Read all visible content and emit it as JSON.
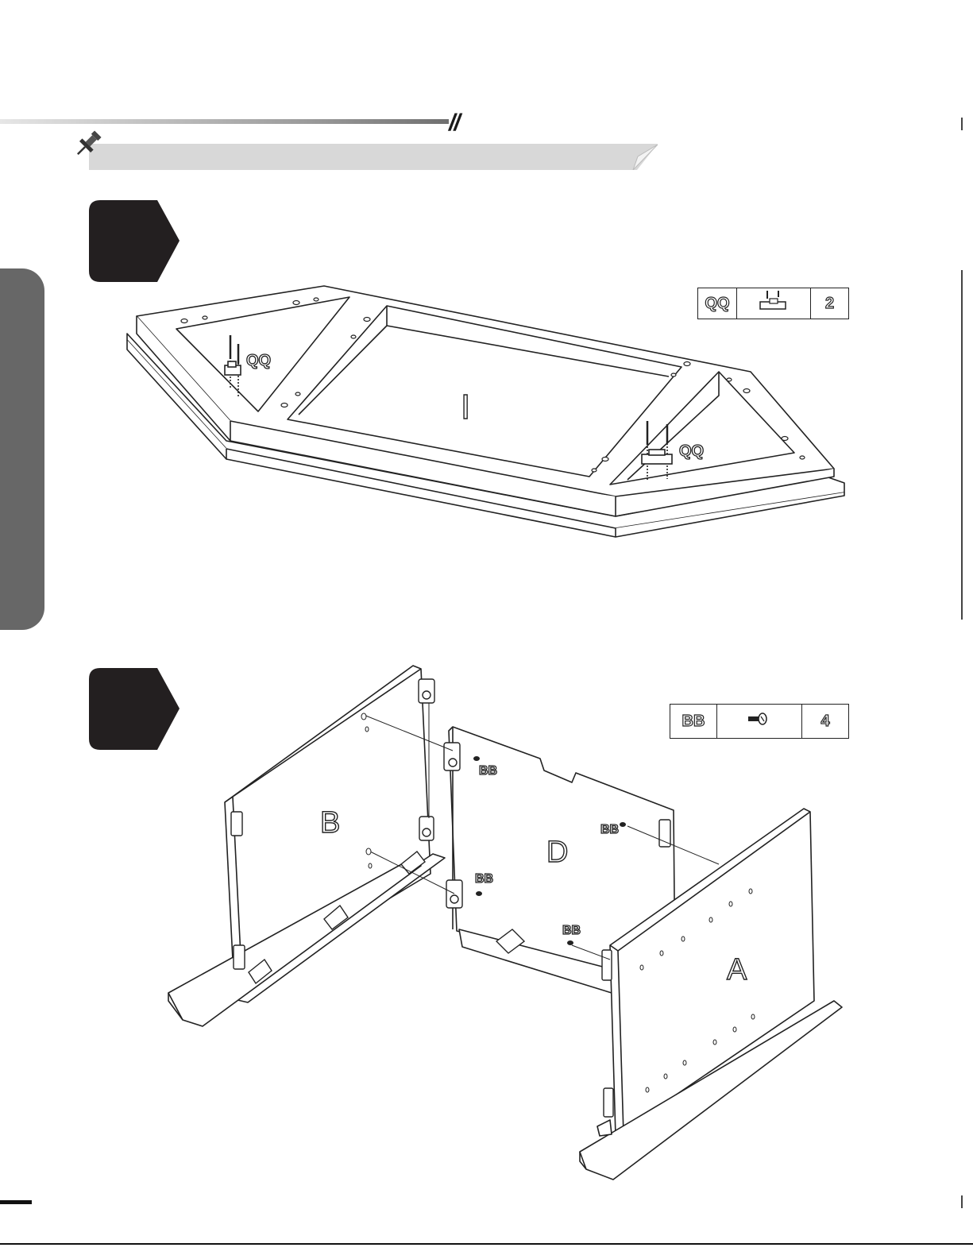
{
  "header": {
    "slashes": "//",
    "icons": {
      "pin": "pushpin-icon"
    }
  },
  "steps": [
    {
      "parts": {
        "code": "QQ",
        "icon": "magnetic-catch-icon",
        "qty": "2"
      },
      "labels": {
        "panel": "I",
        "part_left": "QQ",
        "part_right": "QQ"
      }
    },
    {
      "parts": {
        "code": "BB",
        "icon": "screw-icon",
        "qty": "4"
      },
      "labels": {
        "panel_b": "B",
        "panel_d": "D",
        "panel_a": "A",
        "bb1": "BB",
        "bb2": "BB",
        "bb3": "BB",
        "bb4": "BB"
      }
    }
  ],
  "colors": {
    "badge": "#231f20",
    "side_tab": "#676767",
    "banner": "#d8d8d8"
  }
}
